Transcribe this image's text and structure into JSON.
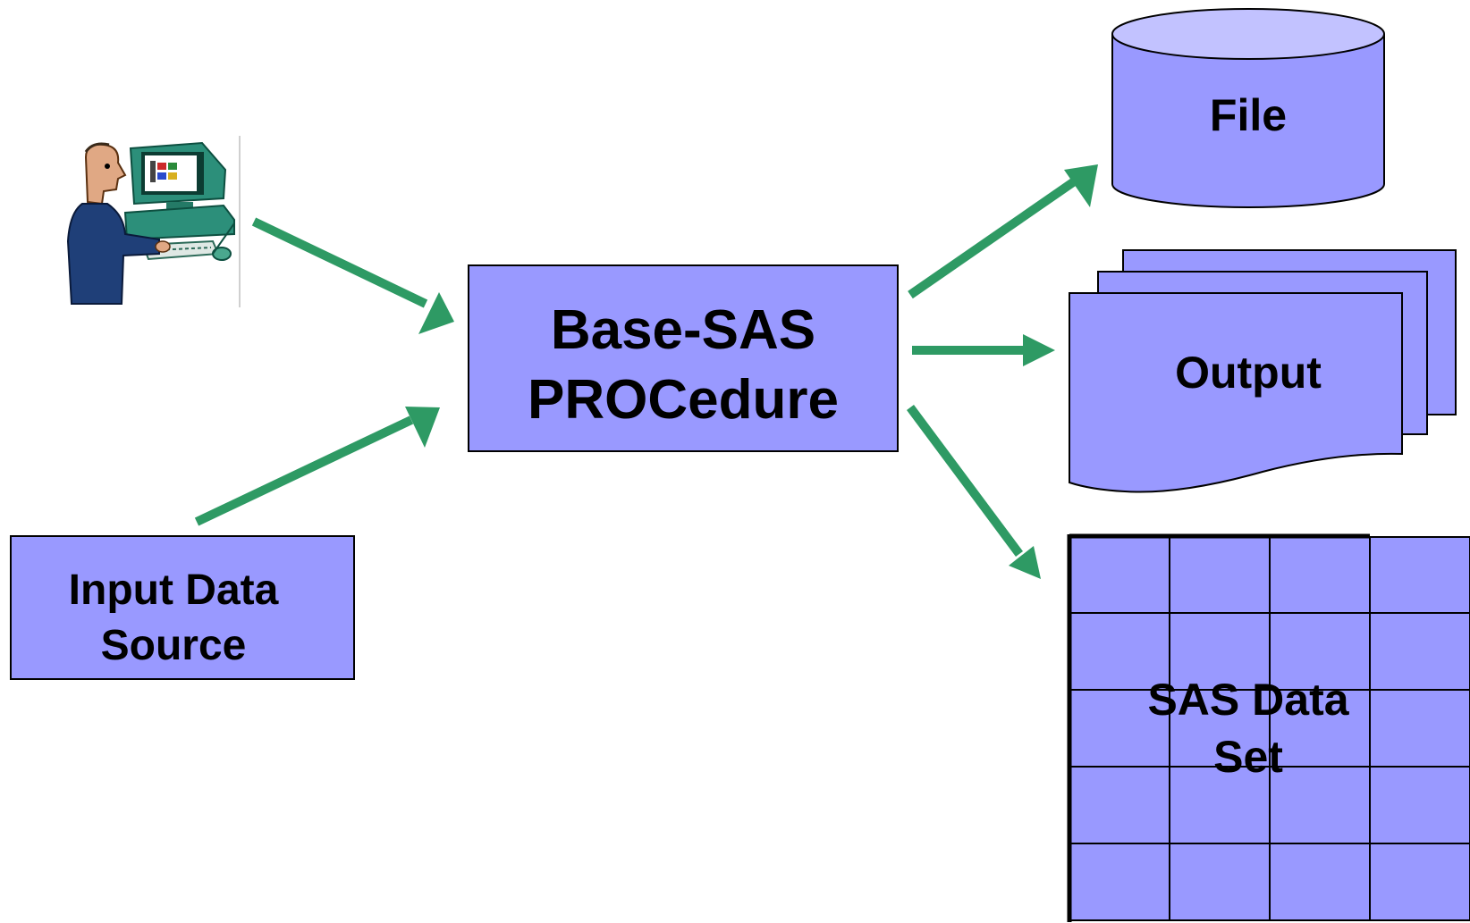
{
  "colors": {
    "box_fill": "#9999ff",
    "cylinder_top_fill": "#c2c2ff",
    "arrow": "#2e9a64",
    "outline": "#000000",
    "background": "#ffffff"
  },
  "nodes": {
    "user": {
      "icon": "user-at-computer-icon"
    },
    "input_source": {
      "line1": "Input Data",
      "line2": "Source"
    },
    "procedure": {
      "line1": "Base-SAS",
      "line2": "PROCedure"
    },
    "file": {
      "label": "File",
      "shape": "cylinder"
    },
    "output": {
      "label": "Output",
      "shape": "multi-document"
    },
    "dataset": {
      "line1": "SAS Data",
      "line2": "Set",
      "shape": "grid",
      "grid_rows": 5,
      "grid_cols": 4
    }
  },
  "edges": [
    {
      "from": "user",
      "to": "procedure"
    },
    {
      "from": "input_source",
      "to": "procedure"
    },
    {
      "from": "procedure",
      "to": "file"
    },
    {
      "from": "procedure",
      "to": "output"
    },
    {
      "from": "procedure",
      "to": "dataset"
    }
  ]
}
